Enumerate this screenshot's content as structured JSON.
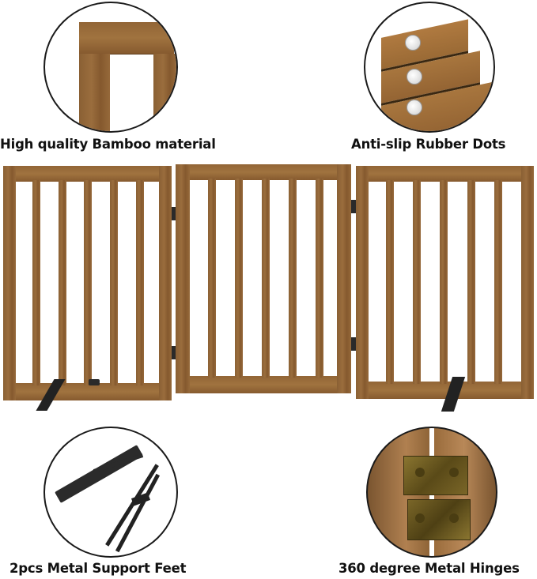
{
  "features": [
    {
      "id": "bamboo",
      "label": "High quality Bamboo material",
      "icon": "bamboo-corner-closeup"
    },
    {
      "id": "rubber",
      "label": "Anti-slip Rubber Dots",
      "icon": "rubber-dots-closeup"
    },
    {
      "id": "feet",
      "label": "2pcs Metal Support Feet",
      "icon": "support-feet-closeup"
    },
    {
      "id": "hinges",
      "label": "360 degree Metal Hinges",
      "icon": "hinges-closeup"
    }
  ],
  "product": {
    "name": "3-panel bamboo pet gate",
    "panels": 3,
    "slats_per_panel": 5,
    "colors": {
      "wood": "#8f6336",
      "wood_dark": "#6e4a25",
      "metal": "#1e1e1e",
      "hinge": "#6b5a22",
      "rubber": "#e8e8e8"
    }
  }
}
